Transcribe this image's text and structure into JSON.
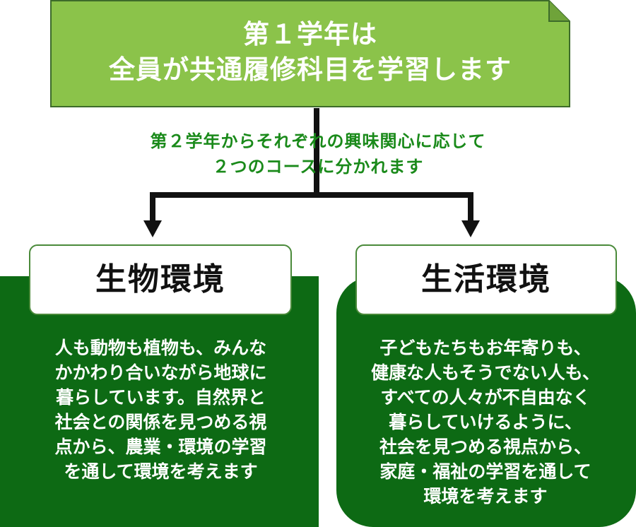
{
  "header": {
    "line1": "第１学年は",
    "line2": "全員が共通履修科目を学習します"
  },
  "caption": {
    "line1": "第２学年からそれぞれの興味関心に応じて",
    "line2": "２つのコースに分かれます"
  },
  "courses": [
    {
      "title": "生物環境",
      "lines": [
        "人も動物も植物も、みんな",
        "かかわり合いながら地球に",
        "暮らしています。自然界と",
        "社会との関係を見つめる視",
        "点から、農業・環境の学習",
        "を通して環境を考えます"
      ]
    },
    {
      "title": "生活環境",
      "lines": [
        "子どもたちもお年寄りも、",
        "健康な人もそうでない人も、",
        "すべての人々が不自由なく",
        "暮らしていけるように、",
        "社会を見つめる視点から、",
        "家庭・福祉の学習を通して",
        "環境を考えます"
      ]
    }
  ],
  "colors": {
    "header_fill": "#8bc34a",
    "panel_fill": "#0d6a14",
    "caption_text": "#1a8a1a"
  }
}
